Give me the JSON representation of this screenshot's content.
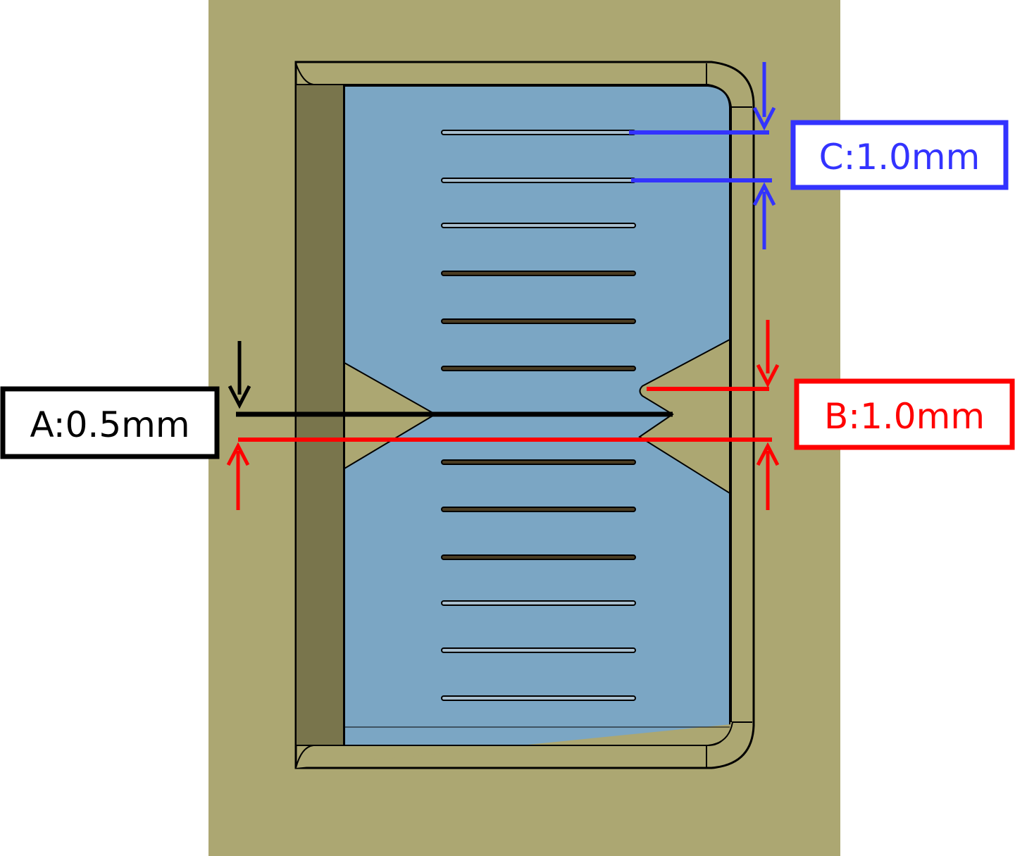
{
  "labels": {
    "a": "A:0.5mm",
    "b": "B:1.0mm",
    "c": "C:1.0mm"
  },
  "colors": {
    "background_panel": "#aca772",
    "pocket_wall_dark": "#79754c",
    "film": "#7ba6c4",
    "a": "#000000",
    "b": "#ff0000",
    "c": "#3333ff"
  }
}
